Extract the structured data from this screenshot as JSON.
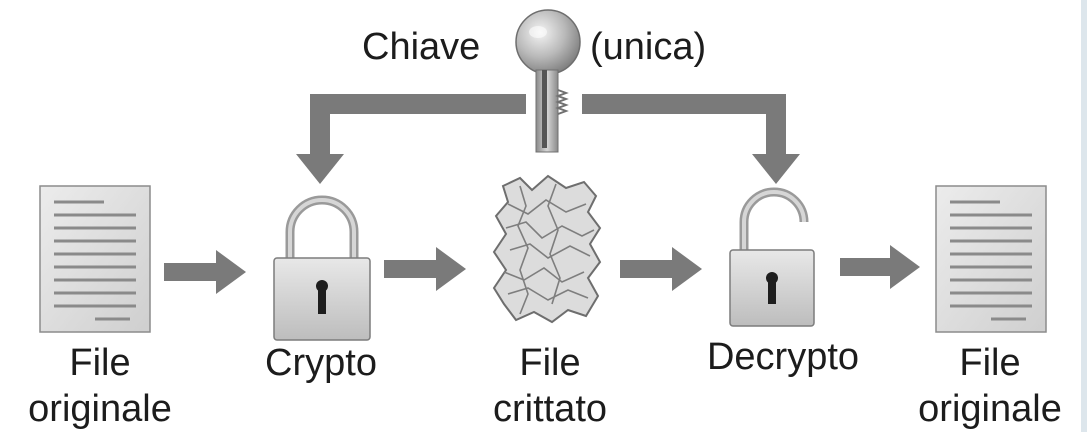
{
  "key": {
    "label_left": "Chiave",
    "label_right": "(unica)",
    "icon": "key-icon"
  },
  "nodes": {
    "source_file": {
      "line1": "File",
      "line2": "originale",
      "icon": "document-icon"
    },
    "crypto": {
      "label": "Crypto",
      "icon": "lock-closed-icon"
    },
    "encrypted_file": {
      "line1": "File",
      "line2": "crittato",
      "icon": "crumpled-paper-icon"
    },
    "decrypto": {
      "label": "Decrypto",
      "icon": "lock-open-icon"
    },
    "result_file": {
      "line1": "File",
      "line2": "originale",
      "icon": "document-icon"
    }
  },
  "colors": {
    "arrow": "#7a7a7a",
    "text": "#1c1c1c",
    "lock_body": "#d8d8d8",
    "paper": "#e4e4e4"
  }
}
